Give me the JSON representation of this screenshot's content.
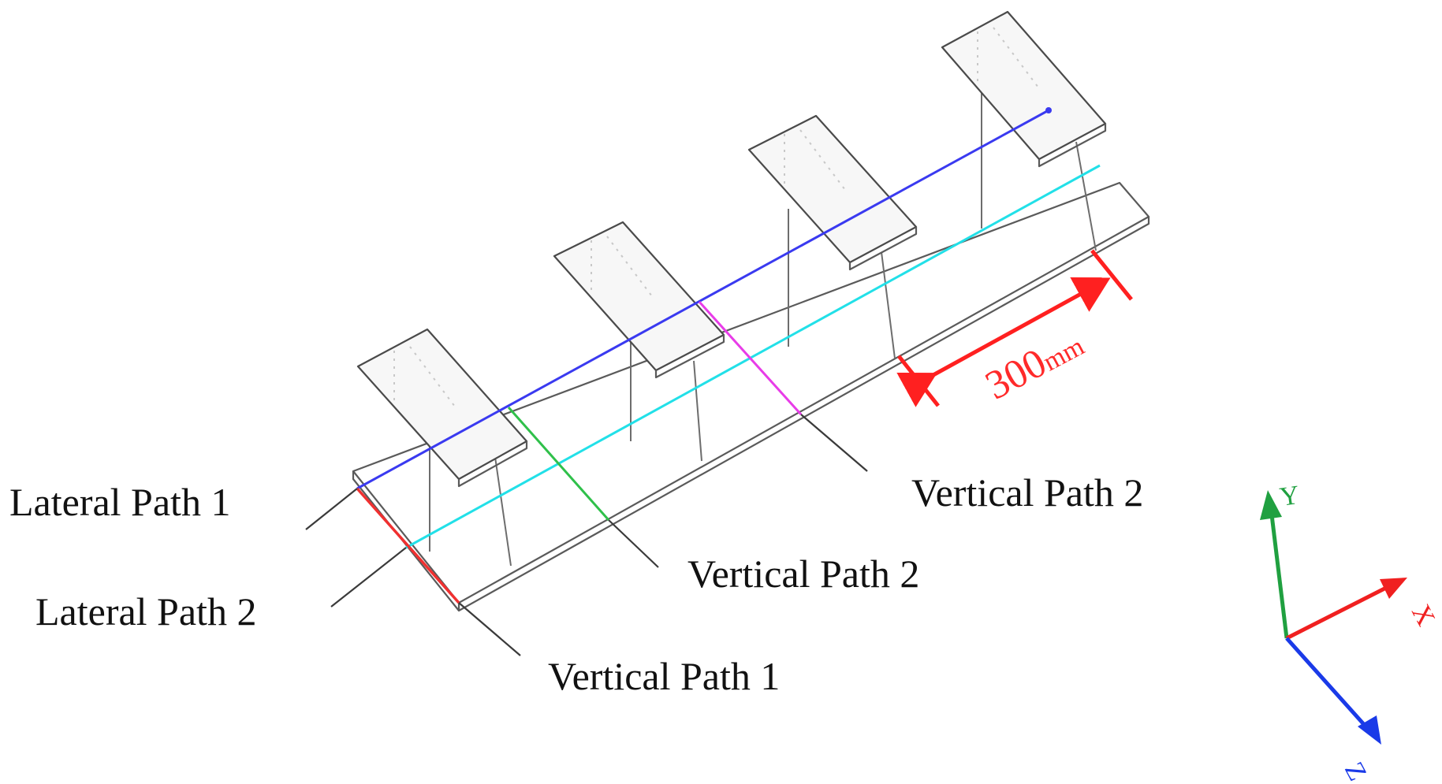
{
  "labels": {
    "lateral_path_1": "Lateral Path 1",
    "lateral_path_2": "Lateral Path 2",
    "vertical_path_1": "Vertical Path 1",
    "vertical_path_2_left": "Vertical Path 2",
    "vertical_path_2_right": "Vertical Path 2"
  },
  "dimension": {
    "value": "300",
    "unit": "mm"
  },
  "axes": {
    "x": "X",
    "y": "Y",
    "z": "Z"
  },
  "colors": {
    "lateral_path_1": "#3a3af0",
    "lateral_path_2": "#22e0e8",
    "vertical_path_1": "#f03030",
    "vertical_path_2_left": "#2fc04a",
    "vertical_path_2_right": "#e83ce8",
    "dimension": "#ff2020",
    "axis_x": "#f02020",
    "axis_y": "#20a040",
    "axis_z": "#1a3ae8"
  }
}
